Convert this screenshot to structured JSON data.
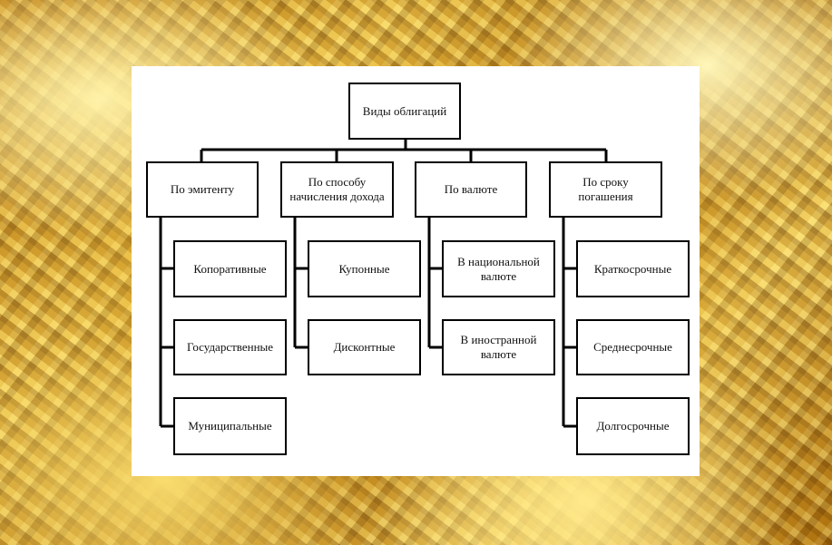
{
  "diagram": {
    "root": "Виды облигаций",
    "categories": [
      {
        "title": "По эмитенту",
        "items": [
          "Копоративные",
          "Государственные",
          "Муниципальные"
        ]
      },
      {
        "title": "По способу начисления дохода",
        "items": [
          "Купонные",
          "Дисконтные"
        ]
      },
      {
        "title": "По валюте",
        "items": [
          "В национальной валюте",
          "В иностранной валюте"
        ]
      },
      {
        "title": "По сроку погашения",
        "items": [
          "Краткосрочные",
          "Среднесрочные",
          "Долгосрочные"
        ]
      }
    ]
  }
}
